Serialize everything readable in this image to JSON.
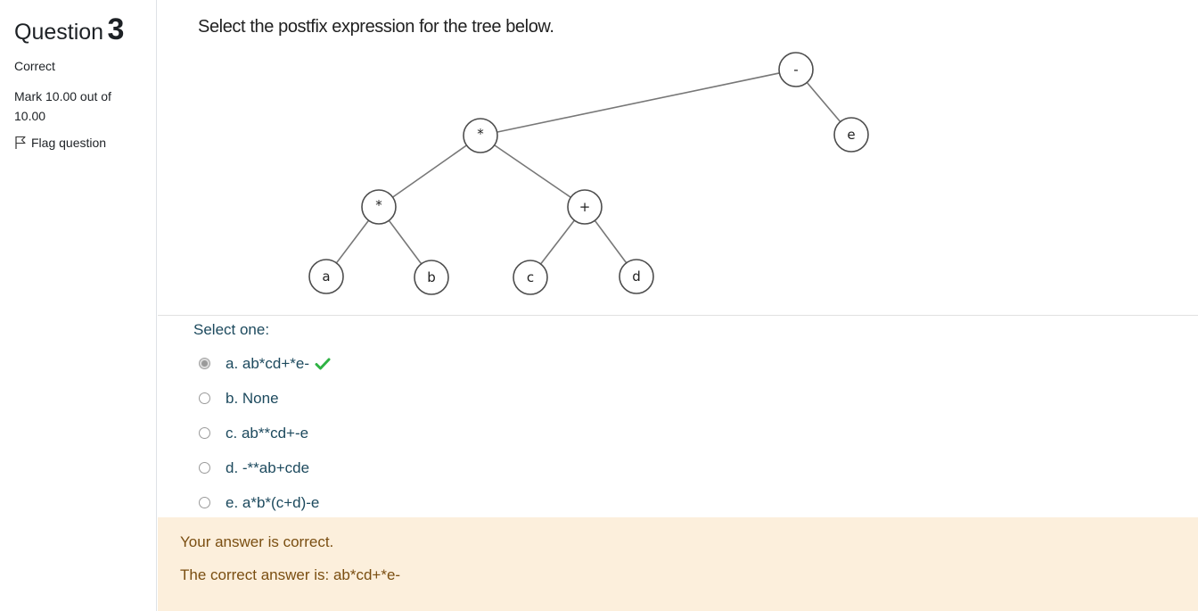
{
  "info": {
    "question_word": "Question",
    "question_number": "3",
    "state": "Correct",
    "grade": "Mark 10.00 out of 10.00",
    "flag_label": "Flag question",
    "flag_icon": "flag-icon"
  },
  "question": {
    "text": "Select the postfix expression for the tree below.",
    "tree_nodes": {
      "minus": "-",
      "mult_top": "*",
      "mult_left": "*",
      "plus": "+",
      "a": "a",
      "b": "b",
      "c": "c",
      "d": "d",
      "e": "e"
    }
  },
  "answer": {
    "prompt": "Select one:",
    "options": [
      {
        "label": "a. ab*cd+*e-",
        "selected": true,
        "correct": true
      },
      {
        "label": "b. None",
        "selected": false
      },
      {
        "label": "c. ab**cd+-e",
        "selected": false
      },
      {
        "label": "d. -**ab+cde",
        "selected": false
      },
      {
        "label": "e. a*b*(c+d)-e",
        "selected": false
      }
    ],
    "check_color": "#2fb344"
  },
  "feedback": {
    "result": "Your answer is correct.",
    "right_answer": "The correct answer is: ab*cd+*e-",
    "background": "#fcefdc"
  }
}
